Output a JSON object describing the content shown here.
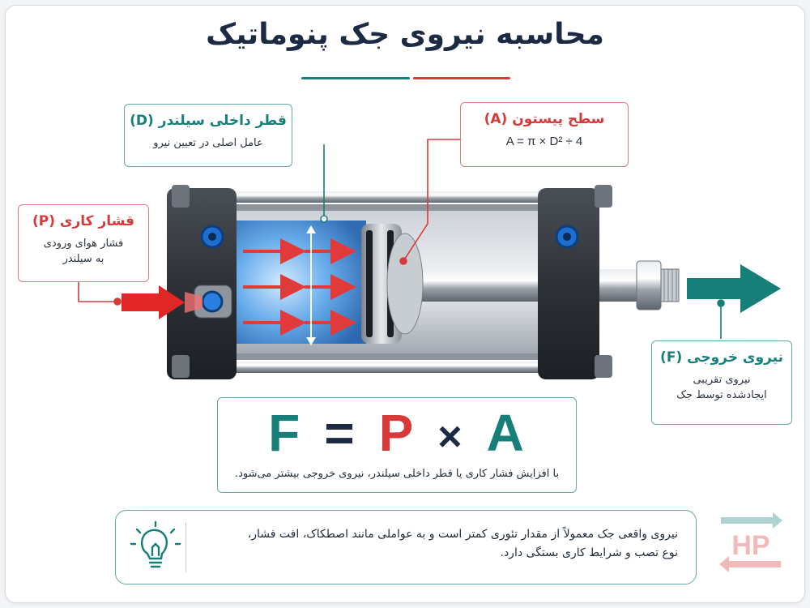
{
  "title": "محاسبه نیروی جک پنوماتیک",
  "boxes": {
    "diameter": {
      "heading": "قطر داخلی سیلندر (D)",
      "body": "عامل اصلی در تعیین نیرو"
    },
    "area": {
      "heading": "سطح پیستون (A)",
      "formula": "A = π × D² ÷ 4"
    },
    "pressure": {
      "heading": "قشار کاری (P)",
      "line1": "فشار هوای ورودی",
      "line2": "به سیلندر"
    },
    "force": {
      "heading": "نیروی خروجی (F)",
      "line1": "نیروی تقریبی",
      "line2": "ایجادشده توسط جک"
    }
  },
  "formula": {
    "f": "F",
    "eq": "=",
    "p": "P",
    "times": "×",
    "a": "A",
    "note": "با افزایش فشار کاری یا قطر داخلی سیلندر، نیروی خروجی بیشتر می‌شود."
  },
  "tip": {
    "line1": "نیروی واقعی جک معمولاً از مقدار تئوری کمتر است و به عواملی مانند اصطکاک، افت فشار،",
    "line2": "نوع تصب و شرایط کاری بستگی دارد."
  },
  "logo": {
    "text": "HP"
  },
  "colors": {
    "teal": "#167f7a",
    "red": "#d83a3a",
    "navy": "#1d2a44",
    "frame": "#ffffff"
  },
  "icons": [
    "lightbulb-icon",
    "output-arrow-icon",
    "input-air-arrow-icon",
    "force-arrow-icon"
  ]
}
